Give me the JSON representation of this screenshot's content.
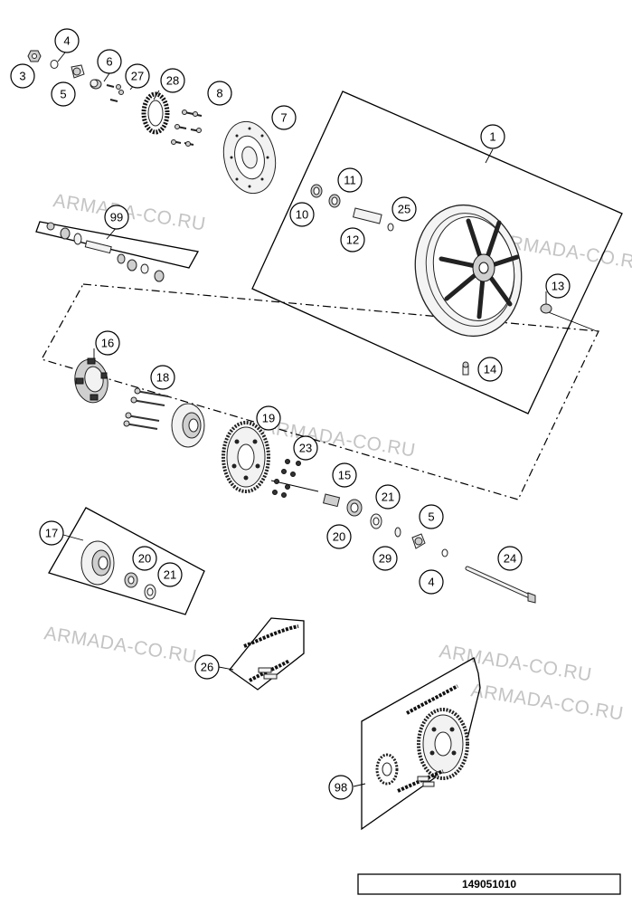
{
  "diagram": {
    "reference_number": "149051010",
    "watermarks": [
      "ARMADA-CO.RU",
      "ARMADA-CO.RU",
      "ARMADA-CO.RU",
      "ARMADA-CO.RU",
      "ARMADA-CO.RU",
      "ARMADA-CO.RU"
    ],
    "callouts": [
      "1",
      "3",
      "4",
      "5",
      "6",
      "27",
      "28",
      "8",
      "7",
      "99",
      "11",
      "10",
      "25",
      "12",
      "13",
      "14",
      "16",
      "18",
      "19",
      "23",
      "15",
      "21",
      "5",
      "20",
      "29",
      "4",
      "24",
      "17",
      "20",
      "21",
      "26",
      "98"
    ]
  }
}
